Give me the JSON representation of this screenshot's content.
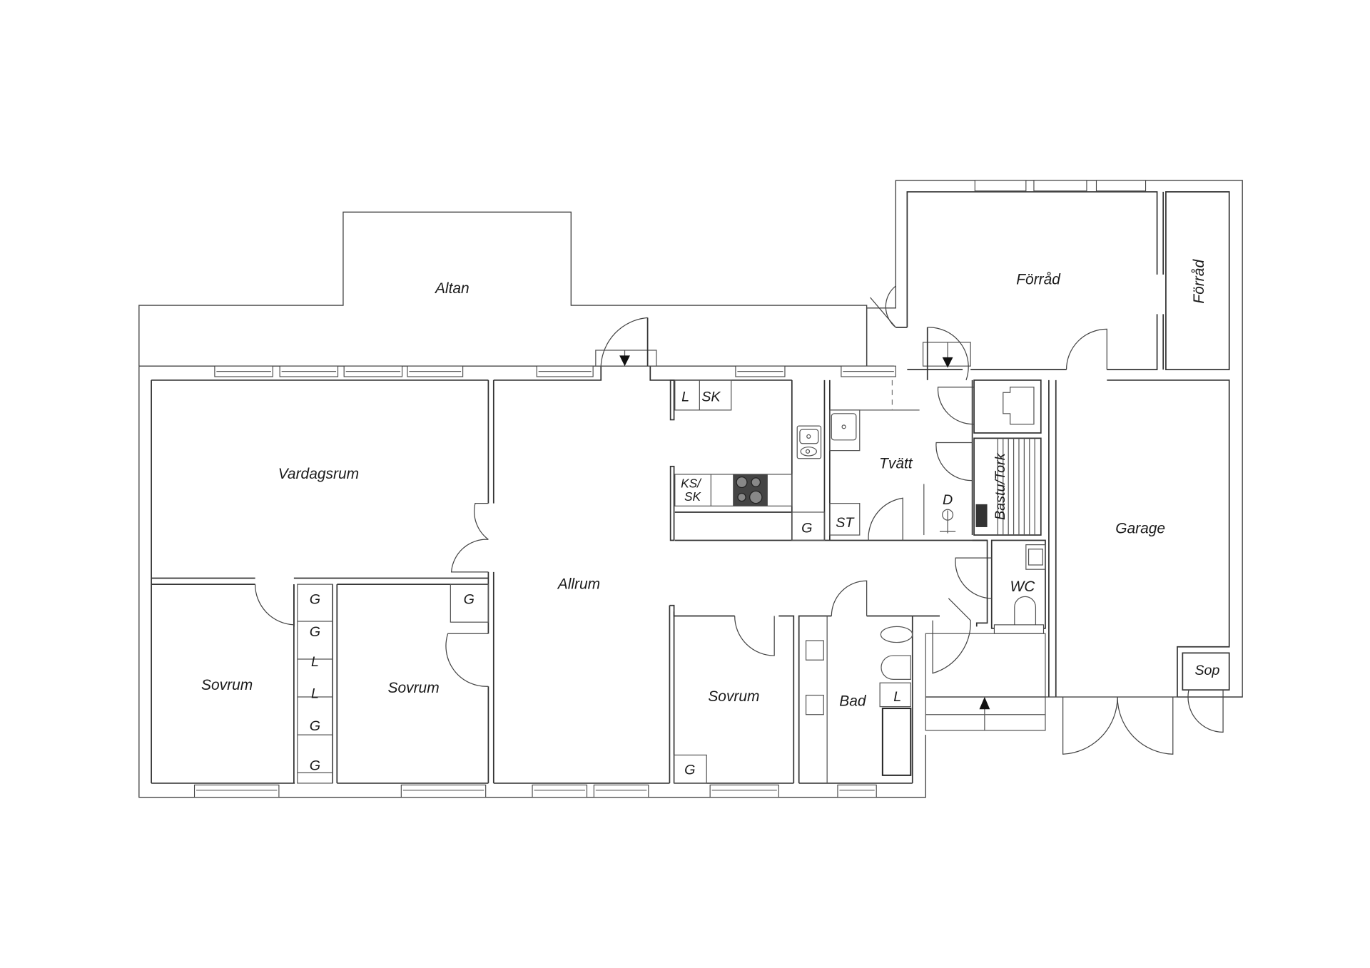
{
  "diagram": {
    "type": "floor-plan",
    "language": "sv",
    "colors": {
      "line": "#333333",
      "background": "#ffffff",
      "hob": "#444444"
    },
    "rooms": [
      {
        "id": "altan",
        "label": "Altan"
      },
      {
        "id": "vardagsrum",
        "label": "Vardagsrum"
      },
      {
        "id": "allrum",
        "label": "Allrum"
      },
      {
        "id": "sovrum1",
        "label": "Sovrum"
      },
      {
        "id": "sovrum2",
        "label": "Sovrum"
      },
      {
        "id": "sovrum3",
        "label": "Sovrum"
      },
      {
        "id": "bad",
        "label": "Bad"
      },
      {
        "id": "tvatt",
        "label": "Tvätt"
      },
      {
        "id": "bastu",
        "label": "Bastu/Tork"
      },
      {
        "id": "wc",
        "label": "WC"
      },
      {
        "id": "garage",
        "label": "Garage"
      },
      {
        "id": "forrad1",
        "label": "Förråd"
      },
      {
        "id": "forrad2",
        "label": "Förråd"
      },
      {
        "id": "sop",
        "label": "Sop"
      }
    ],
    "fixtures": {
      "kitchen_l": "L",
      "kitchen_sk": "SK",
      "kitchen_ks_sk_1": "KS/",
      "kitchen_ks_sk_2": "SK",
      "kitchen_g": "G",
      "tvatt_st": "ST",
      "tvatt_d": "D",
      "bad_l": "L",
      "allrum_g": "G",
      "sovrum3_g": "G",
      "closet": [
        "G",
        "G",
        "L",
        "L",
        "G",
        "G"
      ]
    }
  }
}
